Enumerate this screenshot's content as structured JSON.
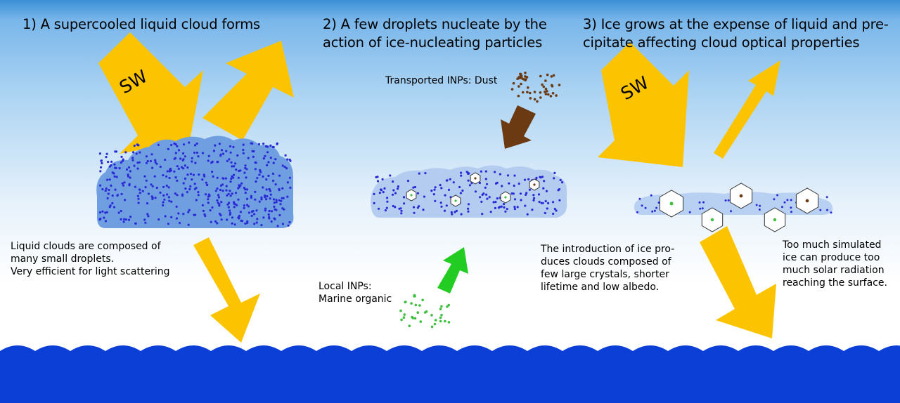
{
  "colors": {
    "sky_top": "#3b8fd6",
    "sky_mid": "#a9d2f2",
    "sea": "#0b3fd6",
    "arrow": "#fcc400",
    "dust_arrow": "#6b3a12",
    "organic_arrow": "#22cc22",
    "droplet": "#2a2ad6",
    "cloud_dense": "#6f9fe0",
    "cloud_light": "#b4ccf0"
  },
  "panel1": {
    "title": "1) A supercooled liquid cloud forms",
    "sw_label": "SW",
    "caption": [
      "Liquid clouds are composed of",
      "many small droplets.",
      "Very efficient for light scattering"
    ]
  },
  "panel2": {
    "title": [
      "2) A few droplets nucleate by the",
      "action of ice-nucleating particles"
    ],
    "dust_label": "Transported INPs: Dust",
    "local_label": [
      "Local INPs:",
      "Marine organic"
    ]
  },
  "panel3": {
    "title": [
      "3) Ice grows at the expense of liquid and pre-",
      "cipitate affecting cloud optical properties"
    ],
    "sw_label": "SW",
    "caption_left": [
      "The introduction of ice pro-",
      "duces clouds composed of",
      "few large crystals, shorter",
      "lifetime and low albedo."
    ],
    "caption_right": [
      "Too much simulated",
      "ice can produce too",
      "much solar radiation",
      "reaching the surface."
    ]
  }
}
